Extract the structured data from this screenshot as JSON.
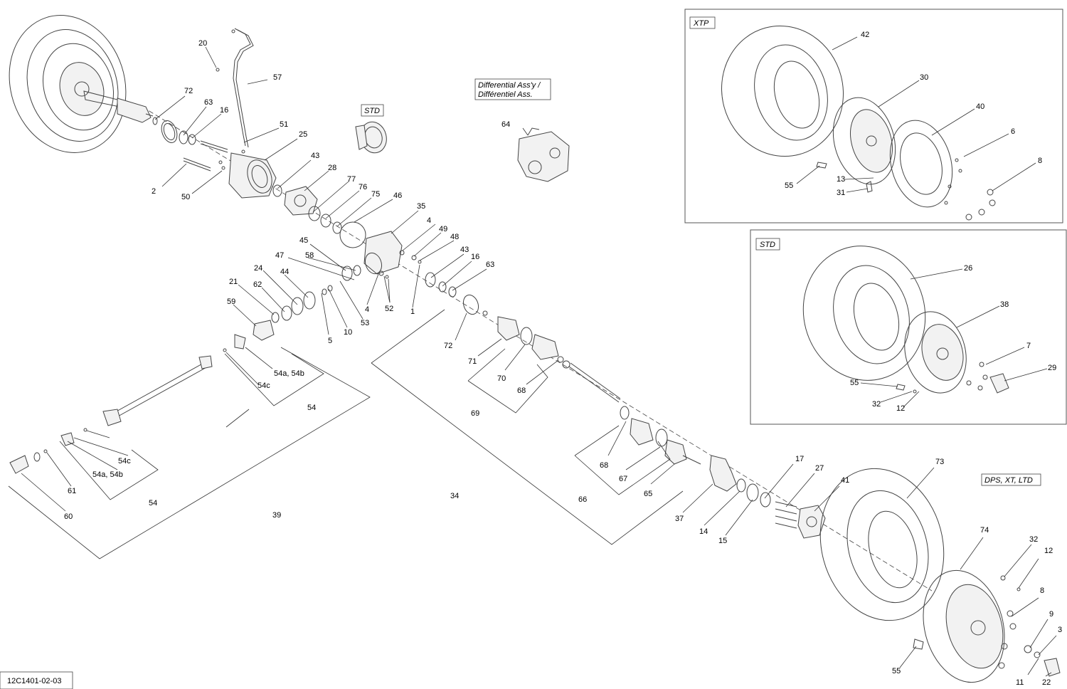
{
  "drawing_number": "12C1401-02-03",
  "variants": {
    "xtp": "XTP",
    "std_wheel": "STD",
    "std_differential": "STD",
    "dps_xt_ltd": "DPS, XT, LTD"
  },
  "differential_assembly_label": {
    "line1": "Differential Ass'y /",
    "line2": "Différentiel Ass."
  },
  "callouts": {
    "c20": "20",
    "c57": "57",
    "c72": "72",
    "c63": "63",
    "c16": "16",
    "c51": "51",
    "c25": "25",
    "c43": "43",
    "c28": "28",
    "c2": "2",
    "c50": "50",
    "c77": "77",
    "c76": "76",
    "c75": "75",
    "c46": "46",
    "c35": "35",
    "c64": "64",
    "c4": "4",
    "c49": "49",
    "c48": "48",
    "c45": "45",
    "c47": "47",
    "c58": "58",
    "c24": "24",
    "c44": "44",
    "c21": "21",
    "c62": "62",
    "c59": "59",
    "c5": "5",
    "c10": "10",
    "c53": "53",
    "c4b": "4",
    "c52": "52",
    "c1": "1",
    "c43b": "43",
    "c16b": "16",
    "c63b": "63",
    "c72b": "72",
    "c71": "71",
    "c70": "70",
    "c68": "68",
    "c69": "69",
    "c54ab": "54a, 54b",
    "c54c": "54c",
    "c54": "54",
    "c54c2": "54c",
    "c54ab2": "54a, 54b",
    "c54b2": "54",
    "c61": "61",
    "c60": "60",
    "c39": "39",
    "c34": "34",
    "c68b": "68",
    "c67": "67",
    "c65": "65",
    "c66": "66",
    "c37": "37",
    "c14": "14",
    "c15": "15",
    "c17": "17",
    "c27": "27",
    "c41": "41",
    "c73": "73",
    "c74": "74",
    "c32": "32",
    "c12": "12",
    "c8": "8",
    "c9": "9",
    "c3": "3",
    "c55": "55",
    "c11": "11",
    "c22": "22",
    "x42": "42",
    "x30": "30",
    "x40": "40",
    "x6": "6",
    "x8": "8",
    "x55": "55",
    "x13": "13",
    "x31": "31",
    "s26": "26",
    "s38": "38",
    "s7": "7",
    "s29": "29",
    "s55": "55",
    "s32": "32",
    "s12": "12"
  }
}
